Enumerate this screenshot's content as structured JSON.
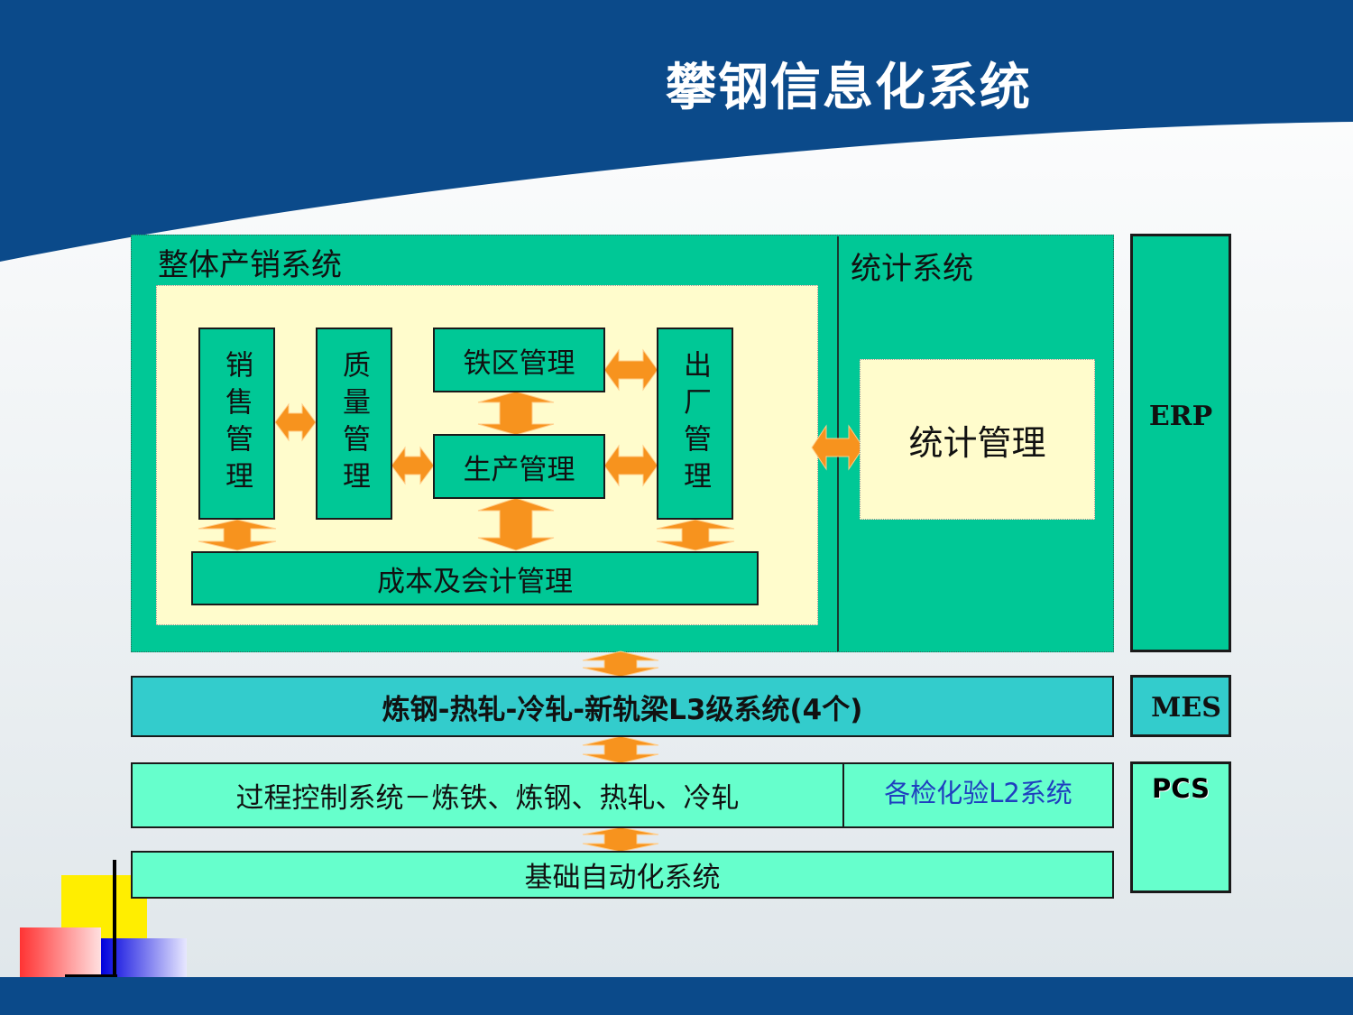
{
  "title": "攀钢信息化系统",
  "colors": {
    "banner": "#0b4a8a",
    "erp_green": "#00c896",
    "inner_yellow": "#fffccc",
    "mes_teal": "#33cccc",
    "pcs_aqua": "#66ffcc",
    "arrow_orange": "#f7931e",
    "l2_blue": "#1f3fbf"
  },
  "erp_section": {
    "title": "整体产销系统",
    "modules": {
      "sales": "销售管理",
      "quality": "质量管理",
      "iron": "铁区管理",
      "production": "生产管理",
      "shipping": "出厂管理",
      "cost": "成本及会计管理"
    }
  },
  "stats_section": {
    "title": "统计系统",
    "module": "统计管理"
  },
  "layers": {
    "erp": "ERP",
    "mes_label": "MES",
    "mes_bar": "炼钢-热轧-冷轧-新轨梁L3级系统(4个)",
    "pcs_label": "PCS",
    "process_control": "过程控制系统－炼铁、炼钢、热轧、冷轧",
    "l2_lab": "各检化验L2系统",
    "basic_automation": "基础自动化系统"
  }
}
